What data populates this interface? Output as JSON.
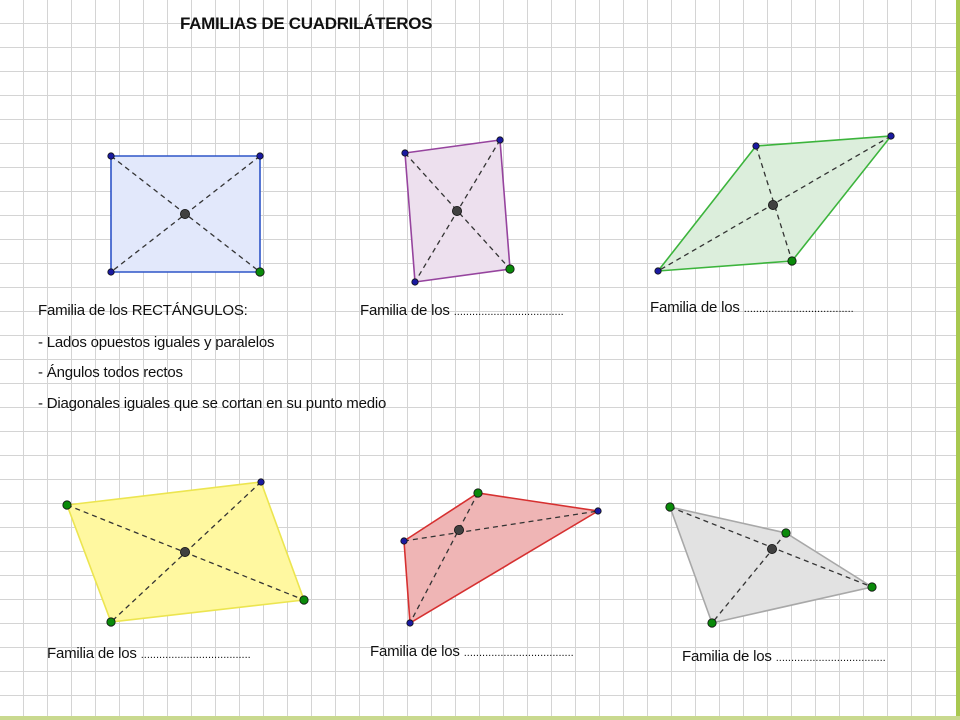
{
  "title": "FAMILIAS DE CUADRILÁTEROS",
  "figures": [
    {
      "caption_main": "Familia de los RECTÁNGULOS:",
      "caption_dots": "",
      "fill": "#e2e8fb",
      "stroke": "#2e55c8"
    },
    {
      "caption_main": "Familia de los ",
      "caption_dots": "....................................",
      "fill": "#ede0ee",
      "stroke": "#96449e"
    },
    {
      "caption_main": "Familia de los ",
      "caption_dots": "....................................",
      "fill": "#dceedc",
      "stroke": "#3cb43c"
    },
    {
      "caption_main": "Familia de los ",
      "caption_dots": "....................................",
      "fill": "#fff8a0",
      "stroke": "#ece550"
    },
    {
      "caption_main": "Familia de los ",
      "caption_dots": "....................................",
      "fill": "#efb5b5",
      "stroke": "#d63030"
    },
    {
      "caption_main": "Familia de los ",
      "caption_dots": "....................................",
      "fill": "#e2e2e2",
      "stroke": "#a8a8a8"
    }
  ],
  "properties": [
    "- Lados opuestos iguales y paralelos",
    "- Ángulos todos rectos",
    "- Diagonales iguales que se cortan en su punto medio"
  ],
  "point_colors": {
    "blue": "#1a1aa0",
    "green": "#0a8a0a",
    "center": "#404040"
  }
}
